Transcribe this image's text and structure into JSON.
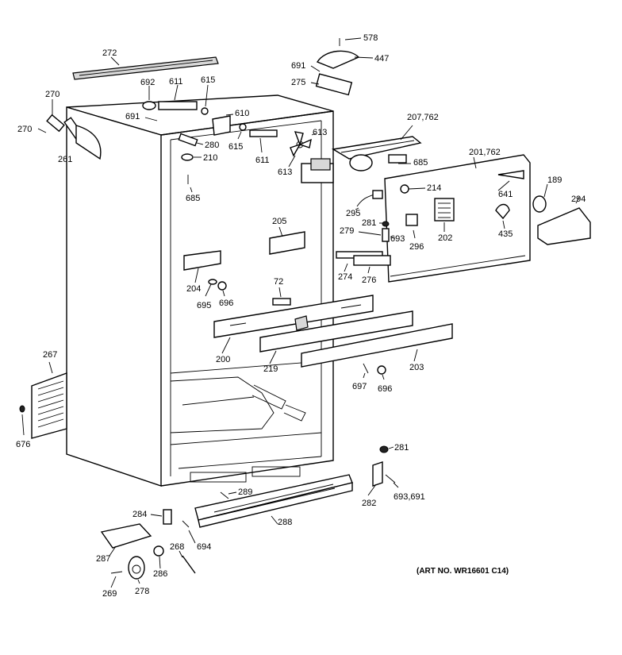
{
  "art_number": "(ART NO. WR16601 C14)",
  "callouts": {
    "c578": "578",
    "c447": "447",
    "c691a": "691",
    "c275": "275",
    "c272": "272",
    "c692": "692",
    "c611a": "611",
    "c615a": "615",
    "c691b": "691",
    "c610": "610",
    "c615b": "615",
    "c611b": "611",
    "c270a": "270",
    "c270b": "270",
    "c261": "261",
    "c280": "280",
    "c210": "210",
    "c685a": "685",
    "c613a": "613",
    "c613b": "613",
    "c207": "207,762",
    "c685b": "685",
    "c201": "201,762",
    "c214": "214",
    "c641": "641",
    "c189": "189",
    "c294": "294",
    "c295": "295",
    "c281a": "281",
    "c279": "279",
    "c693": "693",
    "c296": "296",
    "c202": "202",
    "c435": "435",
    "c205": "205",
    "c204": "204",
    "c695": "695",
    "c696a": "696",
    "c72": "72",
    "c274": "274",
    "c276": "276",
    "c200": "200",
    "c219": "219",
    "c203": "203",
    "c697": "697",
    "c696b": "696",
    "c267": "267",
    "c676": "676",
    "c281b": "281",
    "c282": "282",
    "c693691": "693,691",
    "c289": "289",
    "c284": "284",
    "c288": "288",
    "c694": "694",
    "c268": "268",
    "c287": "287",
    "c286": "286",
    "c269": "269",
    "c278": "278"
  }
}
